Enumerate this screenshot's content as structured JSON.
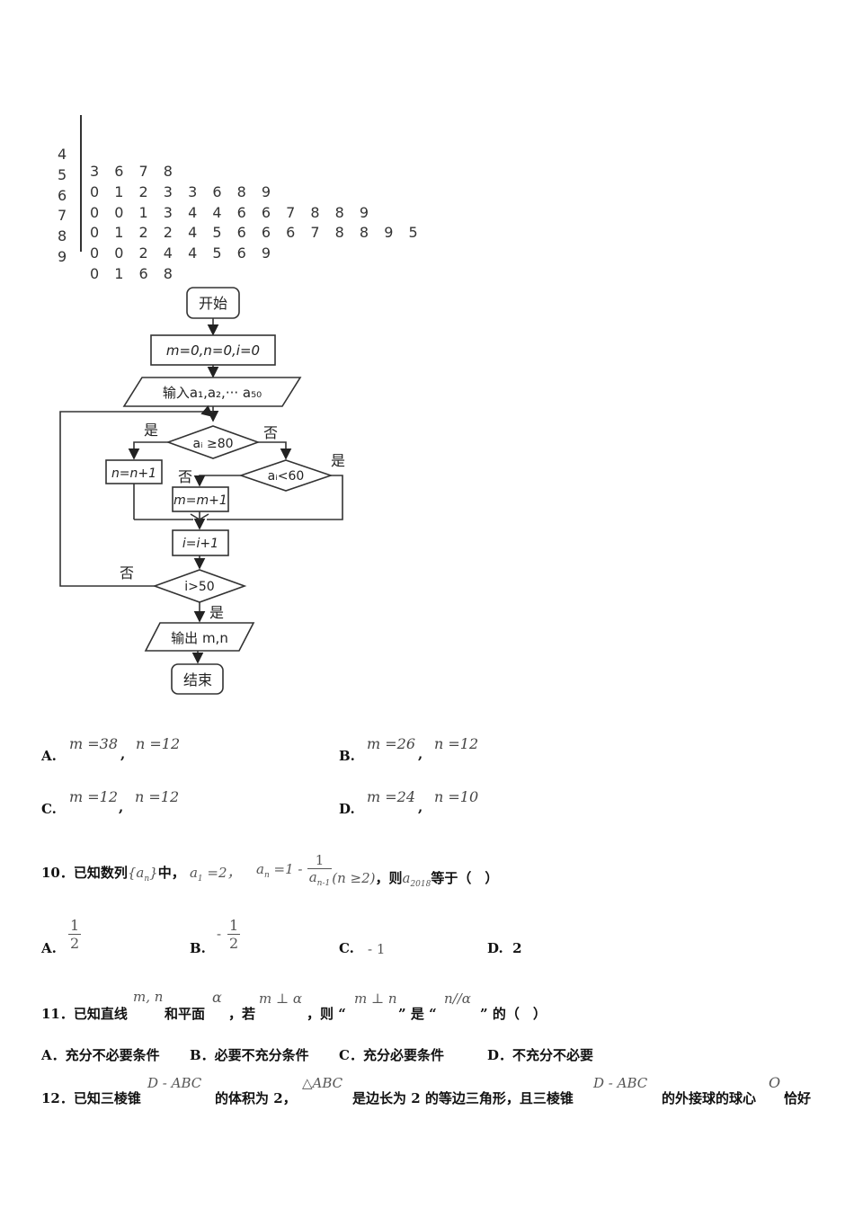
{
  "stem_leaf": {
    "rows": [
      {
        "stem": "4",
        "leaves": "3 6 7 8"
      },
      {
        "stem": "5",
        "leaves": "0 1 2 3 3 6 8 9"
      },
      {
        "stem": "6",
        "leaves": "0 0 1 3 4 4 6 6 7 8 8 9"
      },
      {
        "stem": "7",
        "leaves": "0 1 2 2 4 5 6 6 6 7 8 8 9 5"
      },
      {
        "stem": "8",
        "leaves": "0 0 2 4 4 5 6 9"
      },
      {
        "stem": "9",
        "leaves": "0 1 6 8"
      }
    ]
  },
  "flowchart": {
    "start": "开始",
    "init": "m=0,n=0,i=0",
    "input": "输入a₁,a₂,··· a₅₀",
    "cond1": "aᵢ ≥80",
    "cond1_yes": "是",
    "cond1_no": "否",
    "cond2": "aᵢ<60",
    "cond2_yes": "是",
    "cond2_no": "否",
    "box_n": "n=n+1",
    "box_m": "m=m+1",
    "box_i": "i=i+1",
    "cond3": "i>50",
    "cond3_yes": "是",
    "cond3_no": "否",
    "output": "输出 m,n",
    "end": "结束"
  },
  "q9_options": {
    "A": {
      "letter": "A.",
      "m": "m =38",
      "n": "n =12"
    },
    "B": {
      "letter": "B.",
      "m": "m =26",
      "n": "n =12"
    },
    "C": {
      "letter": "C.",
      "m": "m =12",
      "n": "n =12"
    },
    "D": {
      "letter": "D.",
      "m": "m =24",
      "n": "n =10"
    }
  },
  "q10": {
    "number": "10．已知数列",
    "seq": "a",
    "seq_sub": "n",
    "mid": "中，",
    "a1": "a",
    "a1_sub": "1",
    "a1_val": " =2，",
    "an": "a",
    "an_sub": "n",
    "an_eq": " =1 -",
    "frac_num": "1",
    "frac_den": "a",
    "frac_den_sub": "n-1",
    "cond": "(n ≥2)",
    "then": "，则",
    "target": "a",
    "target_sub": "2018",
    "ask": "等于（　）",
    "options": {
      "A": {
        "letter": "A.",
        "num": "1",
        "den": "2"
      },
      "B": {
        "letter": "B.",
        "sign": "-",
        "num": "1",
        "den": "2"
      },
      "C": {
        "letter": "C.",
        "value": "- 1"
      },
      "D": {
        "letter": "D.",
        "value": "2"
      }
    }
  },
  "q11": {
    "number": "11．已知直线",
    "lines": "m, n",
    "plane_text": "和平面",
    "alpha": "α",
    "if_text": "，若",
    "cond": "m ⊥ α",
    "then": "，则 “",
    "p": "m ⊥ n",
    "is": "” 是 “",
    "q": "n//α",
    "tail": "” 的（　）",
    "options": {
      "A": "A．充分不必要条件",
      "B": "B．必要不充分条件",
      "C": "C．充分必要条件",
      "D": "D．不充分不必要"
    }
  },
  "q12": {
    "number": "12．已知三棱锥",
    "pyr": "D - ABC",
    "t1": "的体积为 2，",
    "tri": "△ABC",
    "t2": "是边长为 2 的等边三角形，且三棱锥",
    "pyr2": "D - ABC",
    "t3": "的外接球的球心",
    "center": "O",
    "t4": "恰好"
  }
}
